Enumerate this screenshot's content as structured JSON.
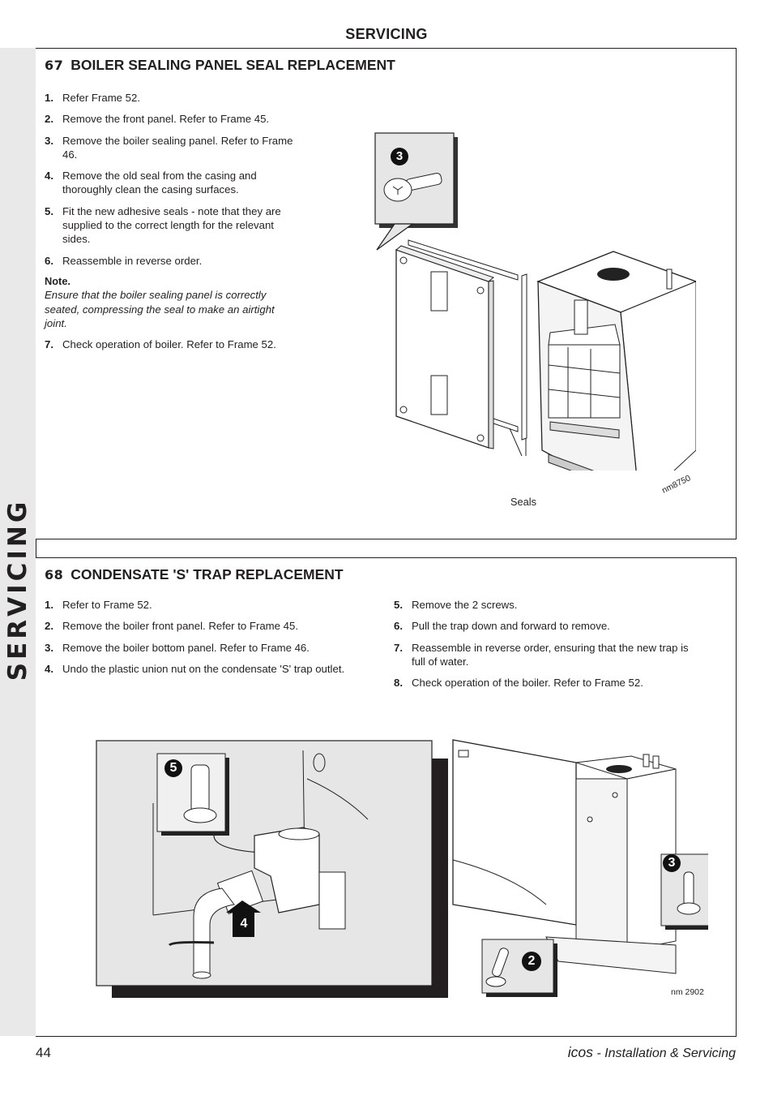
{
  "header": {
    "section": "SERVICING"
  },
  "side_tab": {
    "label": "SERVICING"
  },
  "frames": [
    {
      "number": "67",
      "title": "BOILER SEALING PANEL SEAL REPLACEMENT",
      "steps": [
        {
          "n": "1.",
          "text": "Refer Frame 52."
        },
        {
          "n": "2.",
          "text": "Remove the front panel. Refer to Frame 45."
        },
        {
          "n": "3.",
          "text": "Remove the boiler sealing panel. Refer to Frame 46."
        },
        {
          "n": "4.",
          "text": "Remove the old seal from the casing and thoroughly clean the casing surfaces."
        },
        {
          "n": "5.",
          "text": "Fit the new adhesive seals - note that they are supplied to the correct length for the relevant sides."
        },
        {
          "n": "6.",
          "text": "Reassemble in reverse order."
        }
      ],
      "note": {
        "label": "Note.",
        "text": "Ensure that the boiler sealing panel is correctly seated, compressing the seal to make an airtight joint."
      },
      "steps_after_note": [
        {
          "n": "7.",
          "text": "Check operation of boiler. Refer to Frame 52."
        }
      ],
      "figure": {
        "callout": "3",
        "label": "Seals",
        "ref": "nm8750",
        "icons": [
          "screw-icon",
          "sealing-panel",
          "boiler-casing"
        ]
      }
    },
    {
      "number": "68",
      "title": "CONDENSATE 'S' TRAP REPLACEMENT",
      "steps_left": [
        {
          "n": "1.",
          "text": "Refer to Frame 52."
        },
        {
          "n": "2.",
          "text": "Remove the boiler front panel. Refer to Frame 45."
        },
        {
          "n": "3.",
          "text": "Remove the boiler bottom panel. Refer to Frame 46."
        },
        {
          "n": "4.",
          "text": "Undo the plastic union nut on the condensate 'S' trap outlet."
        }
      ],
      "steps_right": [
        {
          "n": "5.",
          "text": "Remove the 2 screws."
        },
        {
          "n": "6.",
          "text": "Pull the trap down and forward to remove."
        },
        {
          "n": "7.",
          "text": "Reassemble in reverse order, ensuring that the new trap is full of water."
        },
        {
          "n": "8.",
          "text": "Check operation of the boiler. Refer to Frame 52."
        }
      ],
      "figure": {
        "callouts": [
          "5",
          "4",
          "3",
          "2"
        ],
        "ref": "nm 2902"
      }
    }
  ],
  "footer": {
    "page_number": "44",
    "brand": "icos",
    "separator": " - ",
    "doc_title": "Installation & Servicing"
  }
}
